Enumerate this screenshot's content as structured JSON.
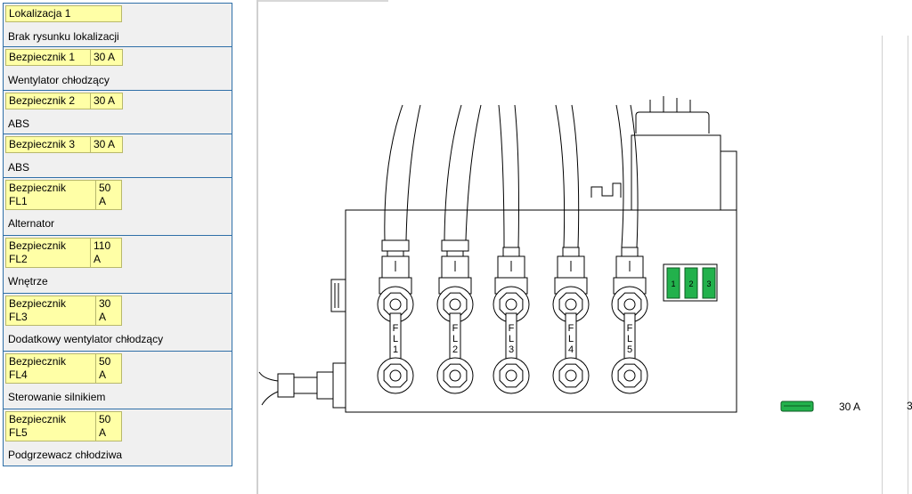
{
  "locations": [
    {
      "tag": [
        "Lokalizacja 1"
      ],
      "desc": "Brak rysunku lokalizacji"
    },
    {
      "tag": [
        "Bezpiecznik 1",
        "30 A"
      ],
      "desc": "Wentylator chłodzący"
    },
    {
      "tag": [
        "Bezpiecznik 2",
        "30 A"
      ],
      "desc": "ABS"
    },
    {
      "tag": [
        "Bezpiecznik 3",
        "30 A"
      ],
      "desc": "ABS"
    },
    {
      "tag": [
        "Bezpiecznik\nFL1",
        "50\nA"
      ],
      "desc": "Alternator"
    },
    {
      "tag": [
        "Bezpiecznik\nFL2",
        "110\nA"
      ],
      "desc": "Wnętrze"
    },
    {
      "tag": [
        "Bezpiecznik\nFL3",
        "30\nA"
      ],
      "desc": "Dodatkowy wentylator chłodzący"
    },
    {
      "tag": [
        "Bezpiecznik\nFL4",
        "50\nA"
      ],
      "desc": "Sterowanie silnikiem"
    },
    {
      "tag": [
        "Bezpiecznik\nFL5",
        "50\nA"
      ],
      "desc": "Podgrzewacz chłodziwa"
    }
  ],
  "diagram": {
    "fuse_labels": [
      "FL1",
      "FL2",
      "FL3",
      "FL4",
      "FL5"
    ],
    "mini_fuses": [
      "1",
      "2",
      "3"
    ],
    "legend_value": "30 A",
    "edge_digit": "3",
    "colors": {
      "fuse_green": "#22b14c",
      "tag_yellow": "#ffffa6",
      "border_blue": "#2f6fa8"
    }
  }
}
